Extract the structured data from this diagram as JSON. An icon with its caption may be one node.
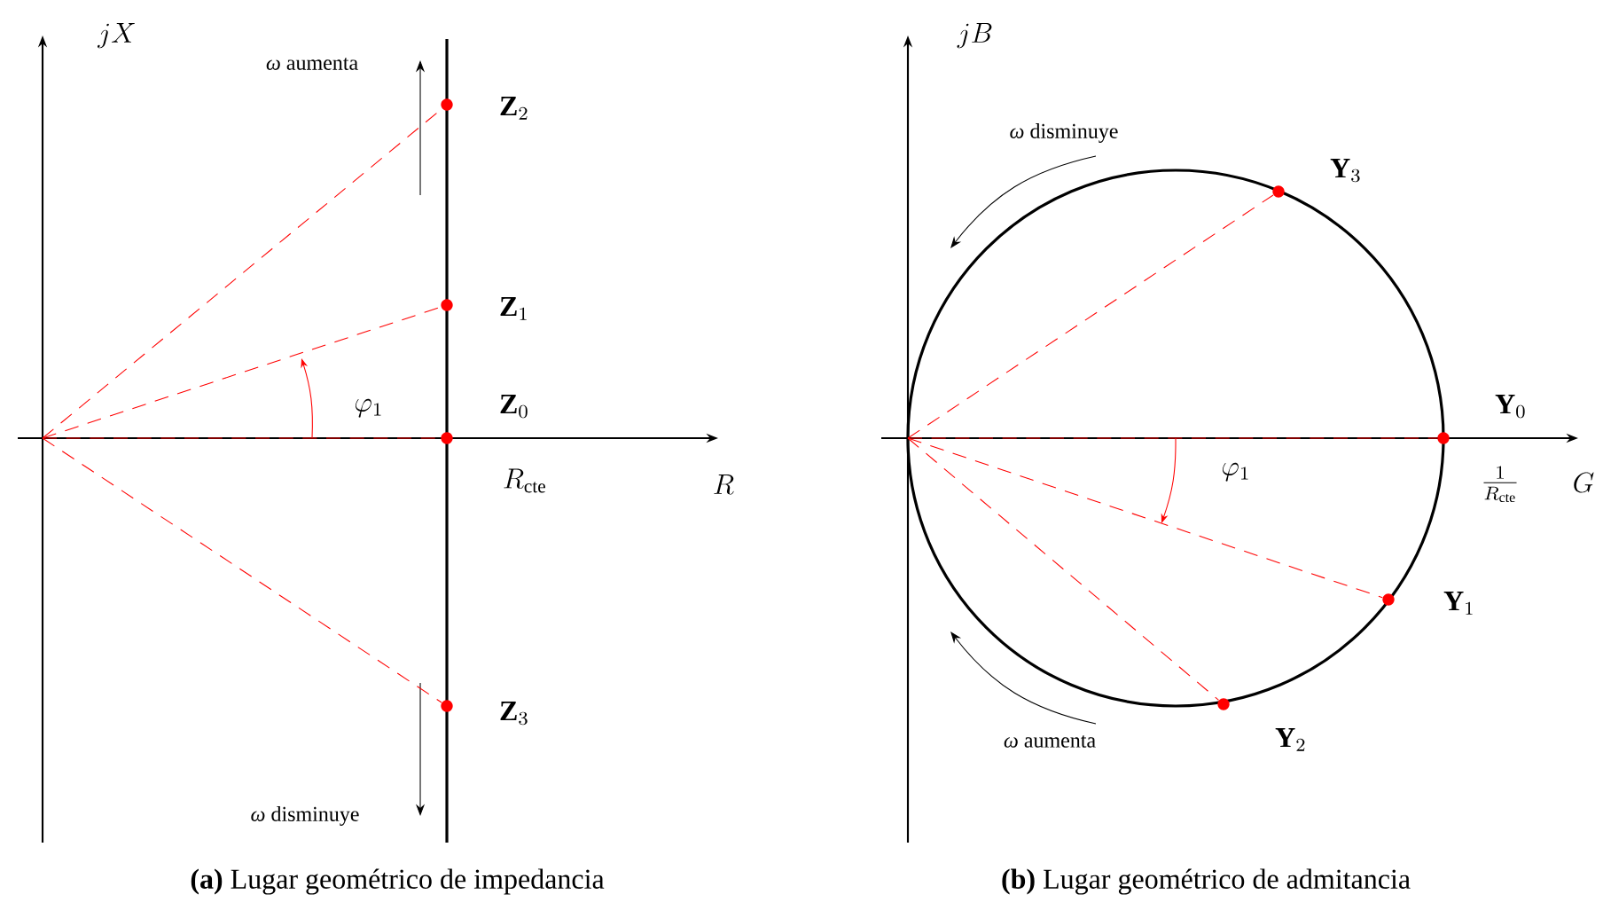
{
  "diagram": {
    "nodes": [
      {
        "text": [
          "\\mathbf{Z}_2"
        ]
      },
      {
        "text": [
          "\\mathbf{Z}_1"
        ]
      },
      {
        "text": [
          "\\mathbf{Z}_0"
        ]
      },
      {
        "text": [
          "\\mathbf{Z}_3"
        ]
      },
      {
        "text": [
          "\\mathbf{Y}_3"
        ]
      },
      {
        "text": [
          "\\mathbf{Y}_0"
        ]
      },
      {
        "text": [
          "\\mathbf{Y}_1"
        ]
      },
      {
        "text": [
          "\\mathbf{Y}_2"
        ]
      }
    ],
    "edges": [
      {
        "from": null,
        "to": 0,
        "arrow": "none",
        "style": "dashed"
      },
      {
        "from": null,
        "to": 1,
        "arrow": "none",
        "style": "dashed"
      },
      {
        "from": null,
        "to": 2,
        "arrow": "none",
        "style": "dashed"
      },
      {
        "from": null,
        "to": 3,
        "arrow": "none",
        "style": "dashed"
      },
      {
        "from": null,
        "to": 4,
        "arrow": "none",
        "style": "dashed"
      },
      {
        "from": null,
        "to": 5,
        "arrow": "none",
        "style": "dashed"
      },
      {
        "from": null,
        "to": 6,
        "arrow": "none",
        "style": "dashed"
      },
      {
        "from": null,
        "to": 7,
        "arrow": "none",
        "style": "dashed"
      }
    ],
    "labels": [
      "jX",
      "*ω* aumenta",
      "\\varphi_1",
      "R_{\\mathrm{cte}}",
      "R",
      "*ω* disminuye",
      "**(a)** Lugar geométrico de impedancia",
      "jB",
      "*ω* disminuye",
      "\\varphi_1",
      "\\frac{1}{R_{\\mathrm{cte}}}",
      "G",
      "*ω* aumenta",
      "**(b)** Lugar geométrico de admitancia"
    ]
  }
}
